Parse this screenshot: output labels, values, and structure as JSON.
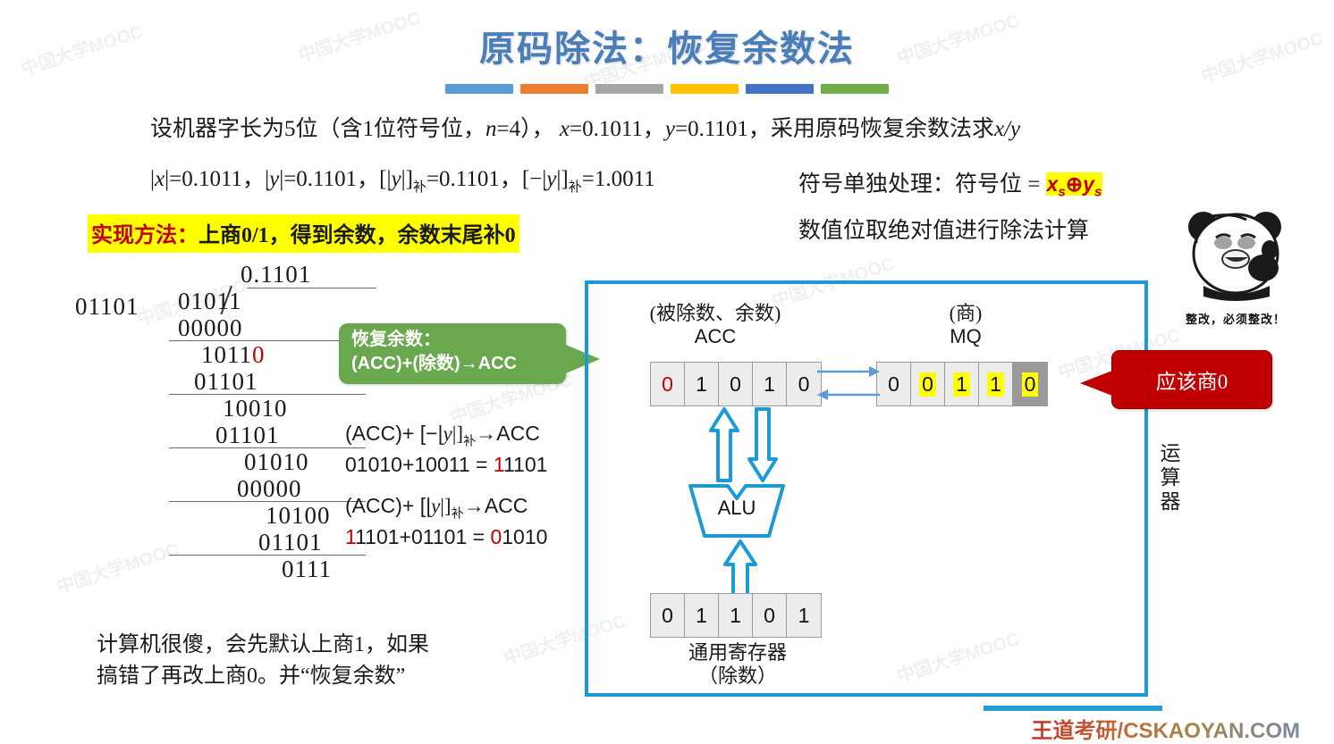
{
  "slide": {
    "title": "原码除法：恢复余数法",
    "title_color": "#4a7ebb",
    "bar_colors": [
      "#5b9bd5",
      "#ed7d31",
      "#a5a5a5",
      "#ffc000",
      "#4472c4",
      "#70ad47"
    ],
    "footer": "王道考研/CSKAOYAN.COM"
  },
  "problem": {
    "line1_a": "设机器字长为5位（含1位符号位，",
    "line1_n": "n",
    "line1_b": "=4），  ",
    "line1_x": "x",
    "line1_c": "=0.1011，",
    "line1_y": "y",
    "line1_d": "=0.1101，采用原码恢复余数法求",
    "line1_e": "x/y",
    "line2_x": "x",
    "line2_a": "|=0.1011，",
    "line2_y": "y",
    "line2_b": "|=0.1101，",
    "line2_c": "[|",
    "line2_y2": "y",
    "line2_d": "|]",
    "line2_bu": "补",
    "line2_e": "=0.1101，",
    "line2_f": "[−|",
    "line2_y3": "y",
    "line2_g": "|]",
    "line2_bu2": "补",
    "line2_h": "=1.0011"
  },
  "sign_note": {
    "line1_prefix": "符号单独处理：符号位 =",
    "line1_x": "x",
    "line1_xs": "s",
    "line1_op": "⊕",
    "line1_y": "y",
    "line1_ys": "s",
    "line2": "数值位取绝对值进行除法计算"
  },
  "method": {
    "red_part": "实现方法：",
    "black_part": "上商0/1，得到余数，余数末尾补0",
    "highlight_color": "#ffff00"
  },
  "division": {
    "quotient": "0.1101",
    "divisor": "01101",
    "rows": [
      {
        "text": "01011",
        "indent": 0,
        "rule": false
      },
      {
        "text": "00000",
        "indent": 0,
        "rule": true
      },
      {
        "text": "10110",
        "indent": 1,
        "rule": false,
        "red_last": "0"
      },
      {
        "text": "01101",
        "indent": 1,
        "rule": true
      },
      {
        "text": "10010",
        "indent": 2,
        "rule": false
      },
      {
        "text": "01101",
        "indent": 2,
        "rule": true
      },
      {
        "text": "01010",
        "indent": 3,
        "rule": false
      },
      {
        "text": "00000",
        "indent": 3,
        "rule": true
      },
      {
        "text": "10100",
        "indent": 4,
        "rule": false
      },
      {
        "text": "01101",
        "indent": 4,
        "rule": true
      },
      {
        "text": "0111",
        "indent": 5,
        "rule": false
      }
    ]
  },
  "callout_green": {
    "line1": "恢复余数：",
    "line2": "(ACC)+(除数)→ACC",
    "color": "#6aa84f"
  },
  "formulas": {
    "f1_a": "(ACC)+ [−|",
    "f1_y": "y",
    "f1_b": "|]",
    "f1_bu": "补",
    "f1_c": "→ACC",
    "f1_calc_pre": "01010+10011 = ",
    "f1_calc_red": "1",
    "f1_calc_post": "1101",
    "f2_a": "(ACC)+ [|",
    "f2_y": "y",
    "f2_b": "|]",
    "f2_bu": "补",
    "f2_c": "→ACC",
    "f2_calc_red1": "1",
    "f2_calc_mid": "1101+01101 = ",
    "f2_calc_red2": "0",
    "f2_calc_post": "1010"
  },
  "hint": {
    "line1": "计算机很傻，会先默认上商1，如果",
    "line2": "搞错了再改上商0。并“恢复余数”"
  },
  "unit": {
    "label": "运算器",
    "border_color": "#1c9ad6"
  },
  "acc": {
    "caption_top": "(被除数、余数)",
    "caption_bottom": "ACC",
    "cells": [
      {
        "value": "0",
        "red": true,
        "marked": false,
        "dark": false
      },
      {
        "value": "1",
        "red": false,
        "marked": false,
        "dark": false
      },
      {
        "value": "0",
        "red": false,
        "marked": false,
        "dark": false
      },
      {
        "value": "1",
        "red": false,
        "marked": false,
        "dark": false
      },
      {
        "value": "0",
        "red": false,
        "marked": false,
        "dark": false
      }
    ]
  },
  "mq": {
    "caption_top": "(商)",
    "caption_bottom": "MQ",
    "cells": [
      {
        "value": "0",
        "red": false,
        "marked": false,
        "dark": false
      },
      {
        "value": "0",
        "red": false,
        "marked": true,
        "dark": false
      },
      {
        "value": "1",
        "red": false,
        "marked": true,
        "dark": false
      },
      {
        "value": "1",
        "red": false,
        "marked": true,
        "dark": false
      },
      {
        "value": "0",
        "red": false,
        "marked": true,
        "dark": true
      }
    ]
  },
  "alu": {
    "label": "ALU",
    "color": "#1c9ad6"
  },
  "gpr": {
    "cells": [
      {
        "value": "0"
      },
      {
        "value": "1"
      },
      {
        "value": "1"
      },
      {
        "value": "0"
      },
      {
        "value": "1"
      }
    ],
    "caption_top": "通用寄存器",
    "caption_bottom": "（除数）"
  },
  "callout_red": {
    "text": "应该商0",
    "color": "#c00000"
  },
  "meme": {
    "caption": "整改，必须整改！"
  },
  "watermarks": [
    "中国大学MOOC",
    "中国大学MOOC",
    "中国大学MOOC",
    "中国大学MOOC",
    "中国大学MOOC",
    "中国大学MOOC",
    "中国大学MOOC",
    "中国大学MOOC",
    "中国大学MOOC",
    "中国大学MOOC",
    "中国大学MOOC",
    "中国大学MOOC"
  ]
}
